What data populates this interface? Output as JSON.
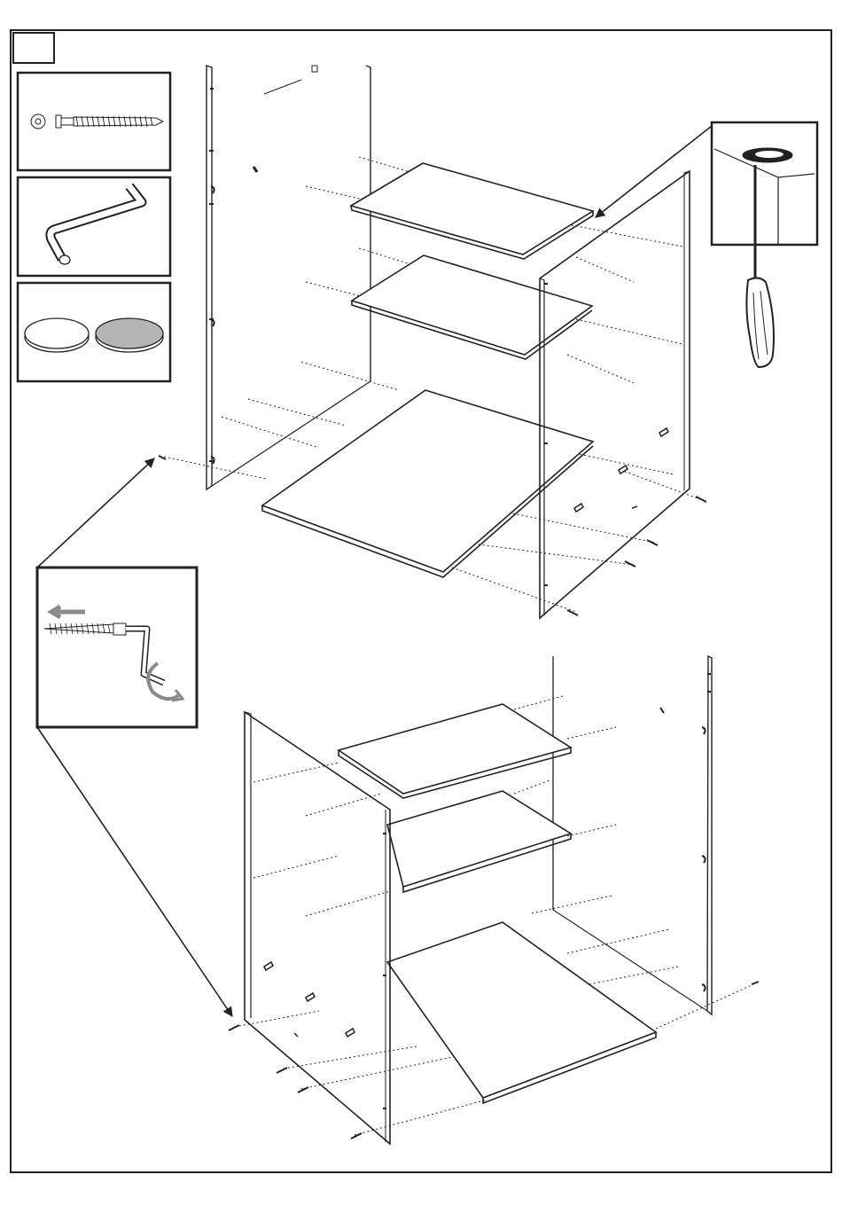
{
  "step": {
    "number": ""
  },
  "parts": [
    {
      "name": "screw-with-washer",
      "icon": "screw-icon"
    },
    {
      "name": "allen-key",
      "icon": "allen-key-icon"
    },
    {
      "name": "cover-caps",
      "icon": "cover-cap-icon",
      "colors": [
        "#ffffff",
        "#b5b5b5"
      ]
    }
  ],
  "details": [
    {
      "name": "screwdriver-detail",
      "icon": "screwdriver-icon"
    },
    {
      "name": "screw-tightening-detail",
      "icon": "allen-key-rotate-icon",
      "arrow_color": "#8a8a8a"
    }
  ],
  "assemblies": [
    {
      "name": "cabinet-assembly-top",
      "panels": [
        "left-side-panel",
        "right-side-panel",
        "top-shelf",
        "middle-shelf",
        "bottom-shelf"
      ]
    },
    {
      "name": "cabinet-assembly-bottom",
      "panels": [
        "left-side-panel",
        "right-side-panel",
        "top-shelf",
        "middle-shelf",
        "bottom-shelf"
      ]
    }
  ],
  "colors": {
    "line": "#222222",
    "cap_grey": "#b5b5b5",
    "frame": "#222222"
  }
}
